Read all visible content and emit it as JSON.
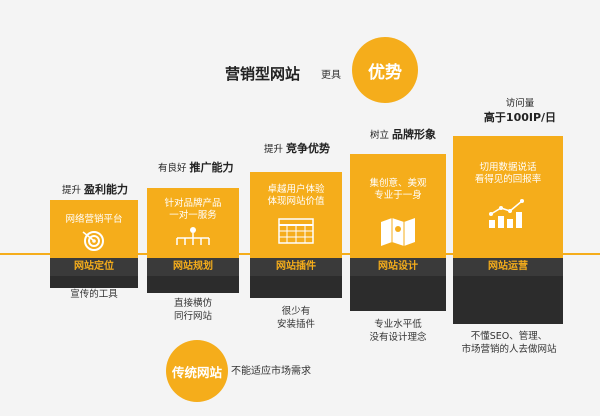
{
  "header": {
    "title": "营销型网站",
    "more": "更具",
    "advantage": "优势"
  },
  "steps": [
    {
      "pre": "提升",
      "title": "盈利能力",
      "face": "网络营销平台",
      "label": "网站定位",
      "below": "宣传的工具",
      "icon": "target-icon"
    },
    {
      "pre": "有良好",
      "title": "推广能力",
      "face": "针对品牌产品\n一对一服务",
      "label": "网站规划",
      "below": "直接横仿\n同行网站",
      "icon": "network-icon"
    },
    {
      "pre": "提升",
      "title": "竞争优势",
      "face": "卓越用户体验\n体现网站价值",
      "label": "网站插件",
      "below": "很少有\n安装插件",
      "icon": "grid-icon"
    },
    {
      "pre": "树立",
      "title": "品牌形象",
      "face": "集创意、美观\n专业于一身",
      "label": "网站设计",
      "below": "专业水平低\n没有设计理念",
      "icon": "map-icon"
    },
    {
      "pre": "访问量",
      "title": "高于100IP/日",
      "face": "切用数据说话\n看得见的回报率",
      "label": "网站运营",
      "below": "不懂SEO、管理、\n市场营销的人去做网站",
      "icon": "chart-icon"
    }
  ],
  "traditional": {
    "badge": "传统网站",
    "text": "不能适应市场需求"
  },
  "colors": {
    "accent": "#f5ad1b",
    "dark": "#3a3a3a",
    "background": "#f4f4f4"
  }
}
